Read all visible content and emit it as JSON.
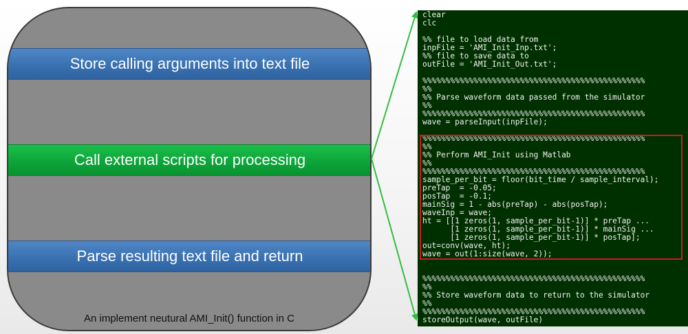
{
  "diagram": {
    "bands": [
      {
        "label": "Store calling arguments into text file",
        "color": "#3b73b3"
      },
      {
        "label": "Call external scripts for processing",
        "color": "#0ea73b"
      },
      {
        "label": "Parse resulting text file and return",
        "color": "#3b73b3"
      }
    ],
    "caption": "An implement neutural AMI_Init() function in C"
  },
  "code": {
    "lines": [
      "clear",
      "clc",
      "",
      "%% file to load data from",
      "inpFile = 'AMI_Init_Inp.txt';",
      "%% file to save data to",
      "outFile = 'AMI_Init_Out.txt';",
      "",
      "%%%%%%%%%%%%%%%%%%%%%%%%%%%%%%%%%%%%%%%%%%%%%%%%",
      "%%",
      "%% Parse waveform data passed from the simulator",
      "%%",
      "%%%%%%%%%%%%%%%%%%%%%%%%%%%%%%%%%%%%%%%%%%%%%%%%",
      "wave = parseInput(inpFile);",
      "",
      "%%%%%%%%%%%%%%%%%%%%%%%%%%%%%%%%%%%%%%%%%%%%%%%%",
      "%%",
      "%% Perform AMI_Init using Matlab",
      "%%",
      "%%%%%%%%%%%%%%%%%%%%%%%%%%%%%%%%%%%%%%%%%%%%%%%%",
      "sample_per_bit = floor(bit_time / sample_interval);",
      "preTap  = -0.05;",
      "posTap  = -0.1;",
      "mainSig = 1 - abs(preTap) - abs(posTap);",
      "waveInp = wave;",
      "ht = [[1 zeros(1, sample_per_bit-1)] * preTap ...",
      "      [1 zeros(1, sample_per_bit-1)] * mainSig ...",
      "      [1 zeros(1, sample_per_bit-1)] * posTap];",
      "out=conv(wave, ht);",
      "wave = out(1:size(wave, 2));",
      "",
      "",
      "%%%%%%%%%%%%%%%%%%%%%%%%%%%%%%%%%%%%%%%%%%%%%%%%",
      "%%",
      "%% Store waveform data to return to the simulator",
      "%%",
      "%%%%%%%%%%%%%%%%%%%%%%%%%%%%%%%%%%%%%%%%%%%%%%%%",
      "storeOutput(wave, outFile)"
    ],
    "background": "#003000",
    "text_color": "#f2f2f2",
    "highlight_color": "#d11a1a"
  },
  "connector_color": "#2fbf3f"
}
